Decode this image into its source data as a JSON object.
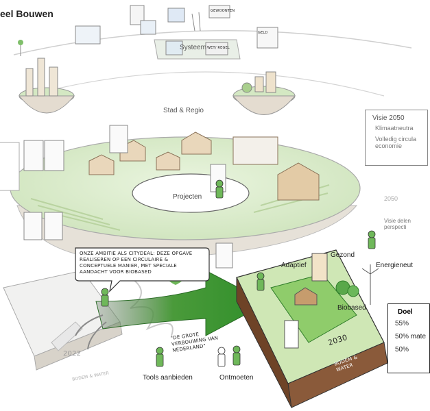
{
  "title": "eel Bouwen",
  "levels": {
    "systeem": "Systeem",
    "stad_regio": "Stad & Regio",
    "projecten": "Projecten"
  },
  "signs": {
    "gewoonten": "GEWOONTEN",
    "wet_regel": "WET/ REGEL",
    "geld": "GELD"
  },
  "vision": {
    "title": "Visie 2050",
    "items": [
      "Klimaatneutra",
      "Volledig circula economie"
    ],
    "note": "Visie delen perspecti"
  },
  "future_labels": {
    "gezond": "Gezond",
    "adaptief": "Adaptief",
    "energieneutraal": "Energieneut",
    "biobased": "Biobased",
    "year_future": "2030",
    "year_now": "2022",
    "year_2050": "2050",
    "bodem_water": "BODEM & WATER",
    "bodem_water_left": "BODEM & WATER"
  },
  "speech": {
    "ambition": "Onze ambitie als citydeal: deze opgave realiseren op een circulaire & conceptuele manier, met speciale aandacht voor biobased",
    "arrow_caption": "\"De grote verbouwing van Nederland\""
  },
  "people_labels": {
    "tools": "Tools aanbieden",
    "meeting": "Ontmoeten"
  },
  "goals": {
    "title": "Doel",
    "items": [
      "55%",
      "50% mate",
      "50%"
    ]
  },
  "colors": {
    "green": "#5fae46",
    "dark_green": "#2f7d2a",
    "light_green": "#d9ecc7",
    "soil": "#8a5a3a"
  }
}
